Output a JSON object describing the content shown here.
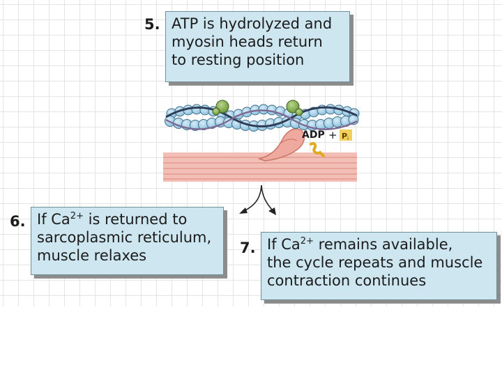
{
  "steps": [
    {
      "number": "5.",
      "lines": [
        "ATP is hydrolyzed and",
        "myosin heads return",
        "to resting position"
      ]
    },
    {
      "number": "6.",
      "line1_pre": "If Ca",
      "line1_sup": "2+",
      "line1_post": " is returned to",
      "lines": [
        "sarcoplasmic reticulum,",
        "muscle relaxes"
      ]
    },
    {
      "number": "7.",
      "line1_pre": "If Ca",
      "line1_sup": "2+",
      "line1_post": " remains available,",
      "lines": [
        "the cycle repeats and muscle",
        "contraction continues"
      ]
    }
  ],
  "diagram": {
    "adp_label": "ADP",
    "plus": "+",
    "pi_label": "P",
    "pi_subscript": "i"
  },
  "colors": {
    "box_fill": "#cde6ef",
    "actin_bead": "#a9d3ea",
    "myosin_filament": "#f2b7ad",
    "troponin": "#8fb35a",
    "phosphate": "#e9b92a"
  }
}
